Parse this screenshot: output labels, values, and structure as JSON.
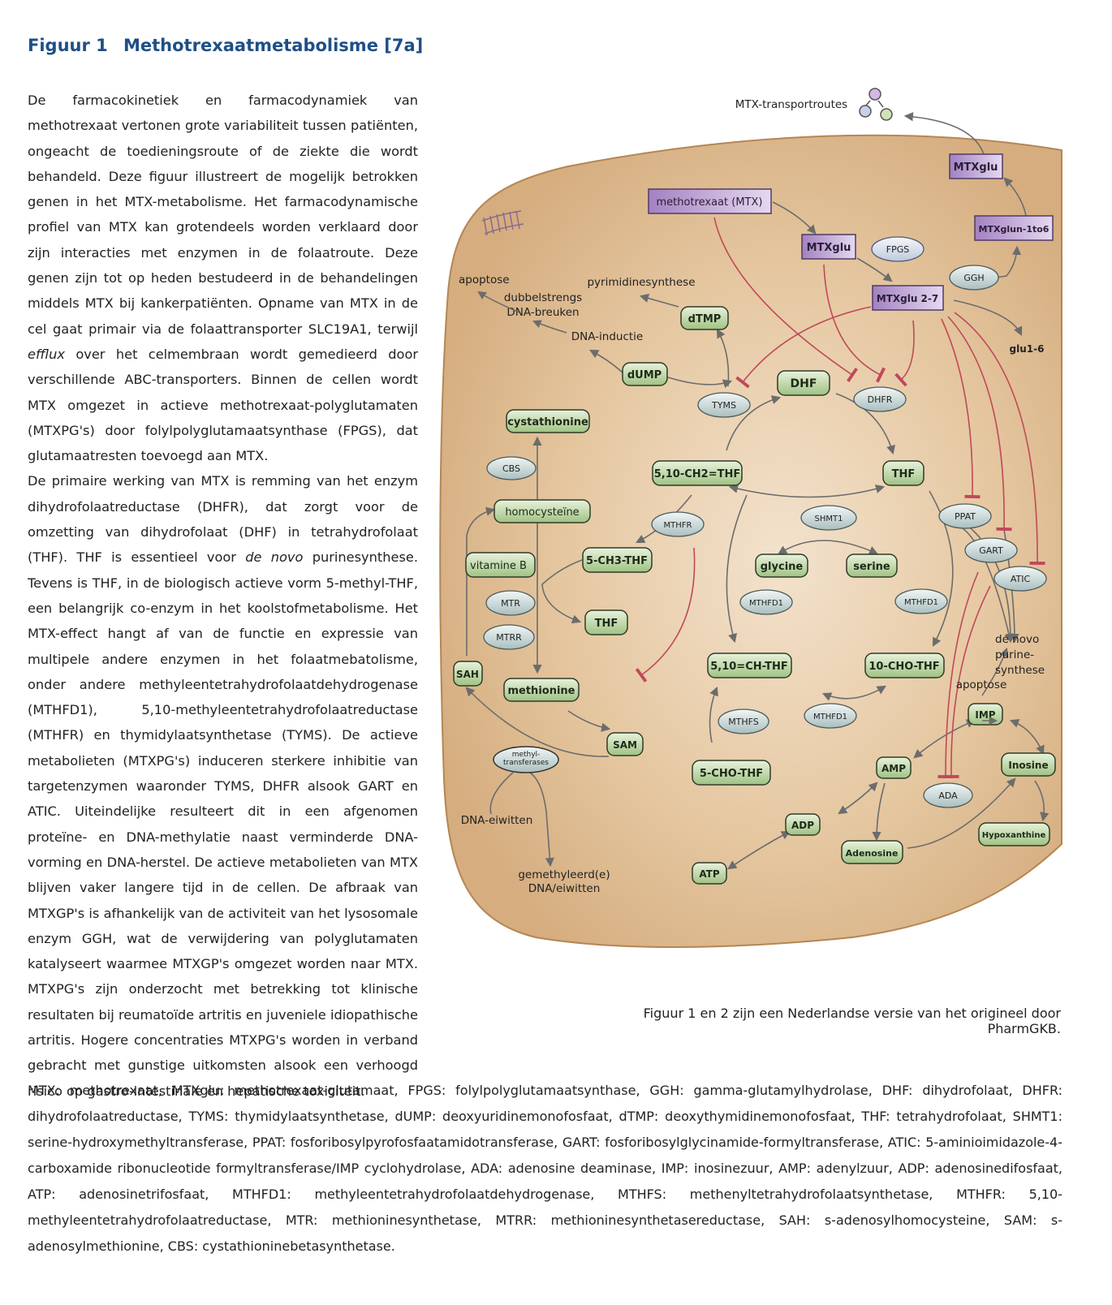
{
  "header": {
    "figure_number": "Figuur 1",
    "title": "Methotrexaatmetabolisme [7a]"
  },
  "body_paragraphs": {
    "p1_a": "De farmacokinetiek en farmacodynamiek van methotrexaat vertonen grote variabiliteit tussen patiënten, ongeacht de toedieningsroute of de ziekte die wordt behandeld. Deze figuur illustreert de mogelijk betrokken genen in het MTX-metabolisme. Het farmacodynamische profiel van MTX kan grotendeels worden verklaard door zijn interacties met enzymen in de folaatroute. Deze genen zijn tot op heden bestudeerd in de behandelingen middels MTX bij kankerpatiënten. Opname van MTX in de cel gaat primair via de folaattransporter SLC19A1, terwijl ",
    "p1_em": "efflux",
    "p1_b": " over het celmembraan wordt gemedieerd door verschillende ABC-transporters. Binnen de cellen wordt MTX omgezet in actieve methotrexaat-polyglutamaten (MTXPG's) door folylpolyglutamaatsynthase (FPGS), dat glutamaatresten toevoegd aan MTX.",
    "p2_a": "De primaire werking van MTX is remming van het enzym dihydrofolaatreductase (DHFR), dat zorgt voor de omzetting van dihydrofolaat (DHF) in tetrahydrofolaat (THF). THF is essentieel voor ",
    "p2_em": "de novo",
    "p2_b": " purinesynthese. Tevens is THF, in de biologisch actieve vorm 5-methyl-THF, een belangrijk co-enzym in het koolstofmetabolisme. Het MTX-effect hangt af van de functie en expressie van multipele andere enzymen in het folaatmebatolisme, onder andere methyleentetrahydrofolaatdehydrogenase (MTHFD1), 5,10-methyleentetrahydrofolaatreductase (MTHFR) en thymidylaatsynthetase (TYMS). De actieve metabolieten (MTXPG's) induceren sterkere inhibitie van targetenzymen waaronder TYMS, DHFR alsook GART en ATIC. Uiteindelijke resulteert dit in een afgenomen proteïne- en DNA-methylatie naast verminderde DNA-vorming en DNA-herstel. De actieve metabolieten van MTX blijven vaker langere tijd in de cellen. De afbraak van MTXGP's is afhankelijk van de activiteit van het lysosomale enzym GGH, wat de verwijdering van polyglutamaten katalyseert waarmee MTXGP's omgezet worden naar MTX. MTXPG's zijn onderzocht met betrekking tot klinische resultaten bij reumatoïde artritis en juveniele idiopathische artritis. Hogere concentraties MTXPG's worden in verband gebracht met gunstige uitkomsten alsook een verhoogd risico op gastro-intestinale en hepatische toxiciteit."
  },
  "diagram": {
    "colors": {
      "cell": "#d9b488",
      "substrate": "#a9c98a",
      "enzyme": "#b7c9c8",
      "mtx": "#a98ac4",
      "inhibition": "#c0485a",
      "arrow": "#6c6c6c"
    },
    "labels": {
      "transport": "MTX-transportroutes",
      "apoptose_1": "apoptose",
      "dsb_1": "dubbelstrengs",
      "dsb_2": "DNA-breuken",
      "pyrimidine": "pyrimidinesynthese",
      "dna_inductie": "DNA-inductie",
      "glu16": "glu1-6",
      "denovo_1": "de novo",
      "denovo_2": "purine-",
      "denovo_3": "synthese",
      "apoptose_2": "apoptose",
      "dna_eiwitten": "DNA-eiwitten",
      "gemethyleerd_1": "gemethyleerd(e)",
      "gemethyleerd_2": "DNA/eiwitten"
    },
    "mtx_nodes": {
      "mtx": "methotrexaat (MTX)",
      "mtxglu_a": "MTXglu",
      "mtxglu27": "MTXglu 2-7",
      "mtxglu_out": "MTXglu",
      "mtxglun": "MTXglun-1to6"
    },
    "substrates": {
      "dtmp": "dTMP",
      "dump": "dUMP",
      "dhf": "DHF",
      "cystathionine": "cystathionine",
      "homocysteine": "homocysteïne",
      "vitamineb": "vitamine B",
      "ch3thf": "5-CH3-THF",
      "thf_a": "THF",
      "ch2thf": "5,10-CH2=THF",
      "thf_b": "THF",
      "glycine": "glycine",
      "serine": "serine",
      "sah": "SAH",
      "methionine": "methionine",
      "sam": "SAM",
      "chthf": "5,10=CH-THF",
      "chothf10": "10-CHO-THF",
      "chothf5": "5-CHO-THF",
      "imp": "IMP",
      "amp": "AMP",
      "inosine": "Inosine",
      "adp": "ADP",
      "atp": "ATP",
      "adenosine": "Adenosine",
      "hypoxanthine": "Hypoxanthine"
    },
    "enzymes": {
      "fpgs": "FPGS",
      "ggh": "GGH",
      "tyms": "TYMS",
      "dhfr": "DHFR",
      "cbs": "CBS",
      "mthfr": "MTHFR",
      "shmt1": "SHMT1",
      "ppat": "PPAT",
      "gart": "GART",
      "atic": "ATIC",
      "mtr": "MTR",
      "mtrr": "MTRR",
      "mthfd1_a": "MTHFD1",
      "mthfd1_b": "MTHFD1",
      "mthfd1_c": "MTHFD1",
      "mthfs": "MTHFS",
      "ada": "ADA",
      "methyl_1": "methyl-",
      "methyl_2": "transferases"
    }
  },
  "credit": "Figuur 1 en 2 zijn een Nederlandse versie van het origineel door PharmGKB.",
  "abbreviations": "MTX: methotrexaat, MTXglu: methotrexaat-glutamaat, FPGS: folylpolyglutamaatsynthase, GGH: gamma-glutamylhydrolase, DHF: dihydrofolaat, DHFR: dihydrofolaatreductase, TYMS: thymidylaatsynthetase, dUMP: deoxyuridinemonofosfaat, dTMP: deoxythymidinemonofosfaat, THF: tetrahydrofolaat, SHMT1: serine-hydroxymethyltransferase, PPAT: fosforibosylpyrofosfaatamidotransferase, GART: fosforibosylglycinamide-formyltransferase, ATIC: 5-aminioimidazole-4-carboxamide ribonucleotide formyltransferase/IMP cyclohydrolase, ADA: adenosine deaminase, IMP: inosinezuur, AMP: adenylzuur, ADP: adenosinedifosfaat, ATP: adenosinetrifosfaat, MTHFD1: methyleentetrahydrofolaatdehydrogenase, MTHFS: methenyltetrahydrofolaatsynthetase, MTHFR: 5,10-methyleentetrahydrofolaatreductase, MTR: methioninesynthetase, MTRR: methioninesynthetasereductase, SAH: s-adenosylhomocysteine, SAM: s-adenosylmethionine, CBS: cystathioninebetasynthetase."
}
